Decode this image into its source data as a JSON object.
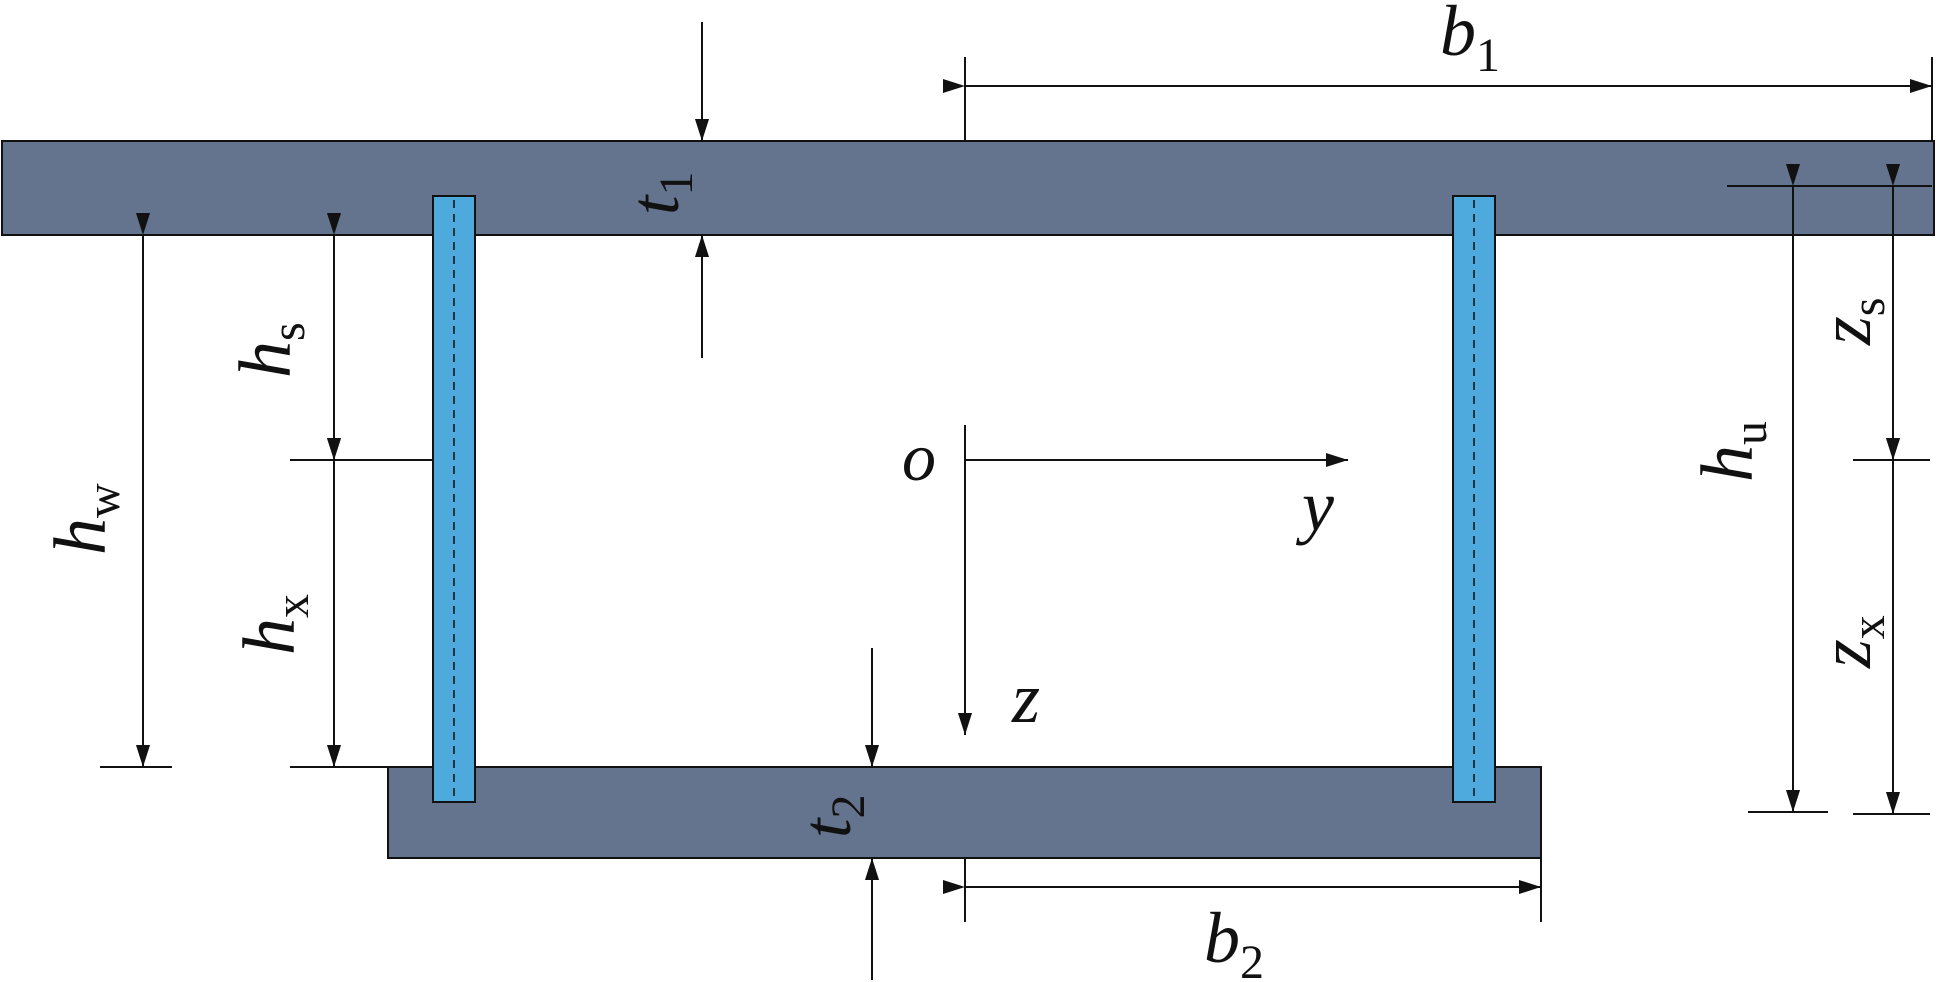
{
  "colors": {
    "flange": "#65748e",
    "web": "#4ea9dc",
    "line": "#111111"
  },
  "labels": {
    "b1": {
      "base": "b",
      "sub": "1"
    },
    "b2": {
      "base": "b",
      "sub": "2"
    },
    "t1": {
      "base": "t",
      "sub": "1"
    },
    "t2": {
      "base": "t",
      "sub": "2"
    },
    "hw": {
      "base": "h",
      "sub": "w"
    },
    "hs": {
      "base": "h",
      "sub": "s"
    },
    "hx": {
      "base": "h",
      "sub": "x"
    },
    "hu": {
      "base": "h",
      "sub": "u"
    },
    "zs": {
      "base": "z",
      "sub": "s"
    },
    "zx": {
      "base": "z",
      "sub": "x"
    },
    "origin": "o",
    "y_axis": "y",
    "z_axis": "z"
  }
}
